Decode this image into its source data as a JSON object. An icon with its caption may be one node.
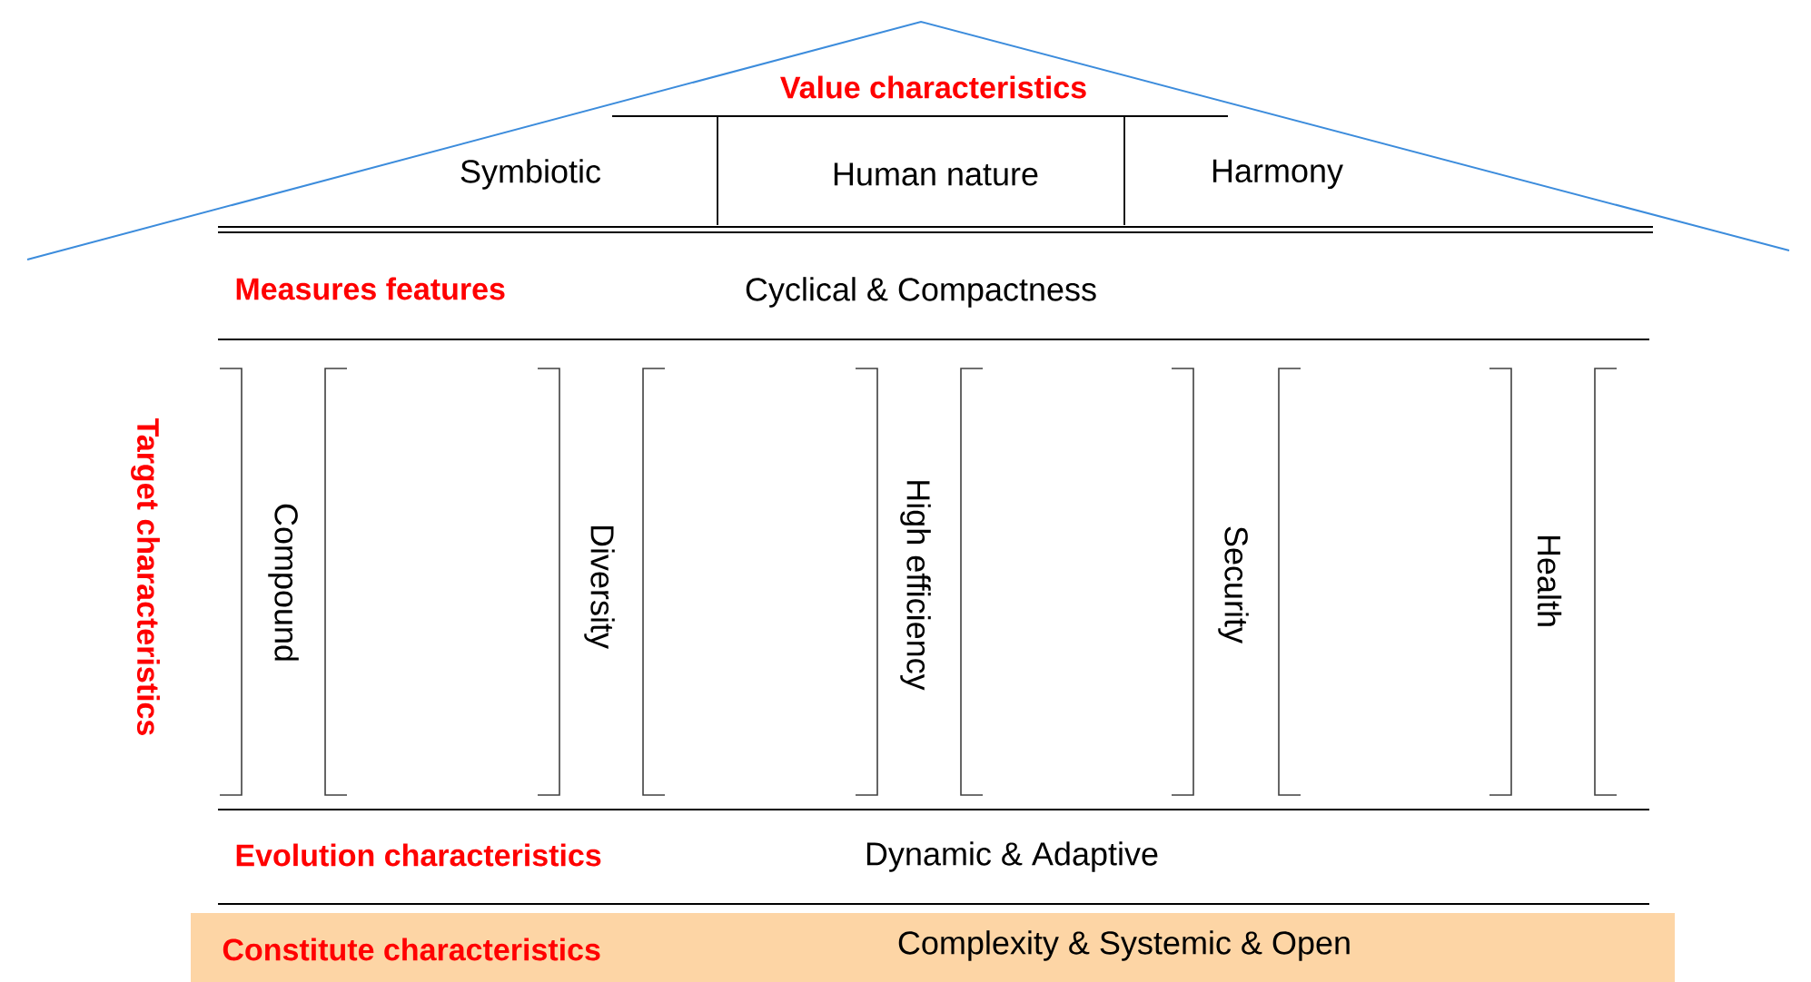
{
  "diagram": {
    "nodes": [
      {
        "text": [
          "Value characteristics"
        ]
      },
      {
        "text": [
          "Constitute characteristics",
          "Complexity & Systemic & Open"
        ]
      }
    ],
    "labels": [
      "Symbiotic",
      "Human nature",
      "Harmony",
      "Measures features",
      "Cyclical & Compactness",
      "Target characteristics",
      "Compound",
      "Diversity",
      "High efficiency",
      "Security",
      "Health",
      "Evolution characteristics",
      "Dynamic & Adaptive"
    ]
  }
}
